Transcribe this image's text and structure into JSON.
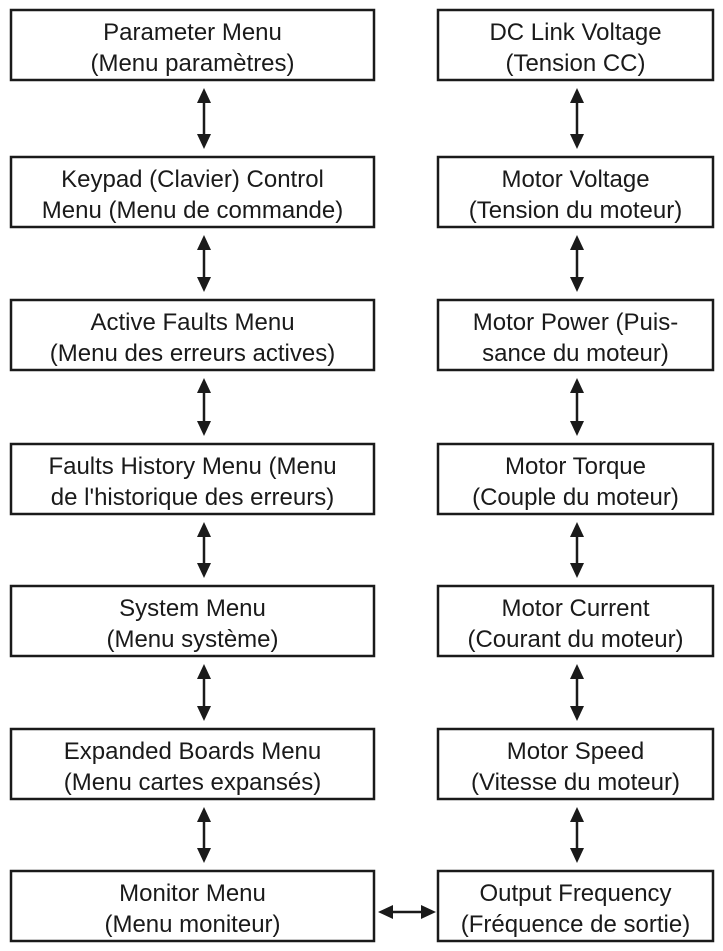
{
  "left_column": [
    {
      "line1": "Parameter Menu",
      "line2": "(Menu paramètres)"
    },
    {
      "line1": "Keypad (Clavier) Control",
      "line2": "Menu (Menu de commande)"
    },
    {
      "line1": "Active Faults Menu",
      "line2": "(Menu des erreurs actives)"
    },
    {
      "line1": "Faults History Menu (Menu",
      "line2": "de l'historique des erreurs)"
    },
    {
      "line1": "System Menu",
      "line2": "(Menu système)"
    },
    {
      "line1": "Expanded Boards Menu",
      "line2": "(Menu cartes expansés)"
    },
    {
      "line1": "Monitor Menu",
      "line2": "(Menu moniteur)"
    }
  ],
  "right_column": [
    {
      "line1": "DC Link Voltage",
      "line2": "(Tension CC)"
    },
    {
      "line1": "Motor Voltage",
      "line2": "(Tension du moteur)"
    },
    {
      "line1": "Motor Power (Puis-",
      "line2": "sance du moteur)"
    },
    {
      "line1": "Motor Torque",
      "line2": "(Couple du moteur)"
    },
    {
      "line1": "Motor Current",
      "line2": "(Courant du moteur)"
    },
    {
      "line1": "Motor Speed",
      "line2": "(Vitesse du moteur)"
    },
    {
      "line1": "Output Frequency",
      "line2": "(Fréquence de sortie)"
    }
  ],
  "colors": {
    "stroke": "#1a1a1a",
    "box_fill": "#ffffff",
    "background": "#ffffff"
  }
}
